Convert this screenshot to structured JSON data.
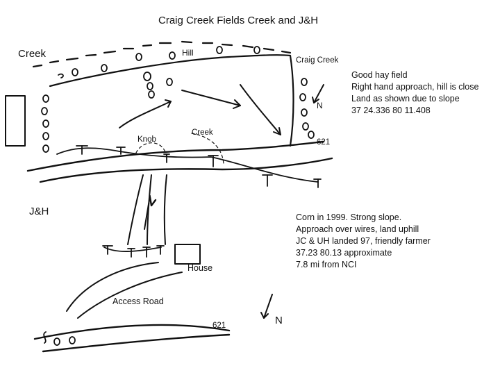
{
  "title": "Craig Creek Fields Creek and J&H",
  "labels": {
    "creek_left": "Creek",
    "hill": "Hill",
    "craig_creek": "Craig Creek",
    "north_upper": "N",
    "road_621_upper": "621",
    "knob": "Knob",
    "creek_mid": "Creek",
    "jh": "J&H",
    "house": "House",
    "access_road": "Access Road",
    "road_621_lower": "621",
    "north_lower": "N"
  },
  "notes_upper": [
    "Good hay field",
    "Right hand approach, hill is close",
    "Land as shown due to slope",
    "37 24.336   80 11.408"
  ],
  "notes_lower": [
    "Corn in 1999. Strong slope.",
    "Approach over wires, land uphill",
    "JC & UH landed 97, friendly farmer",
    "37.23   80.13 approximate",
    "7.8 mi from NCI"
  ]
}
